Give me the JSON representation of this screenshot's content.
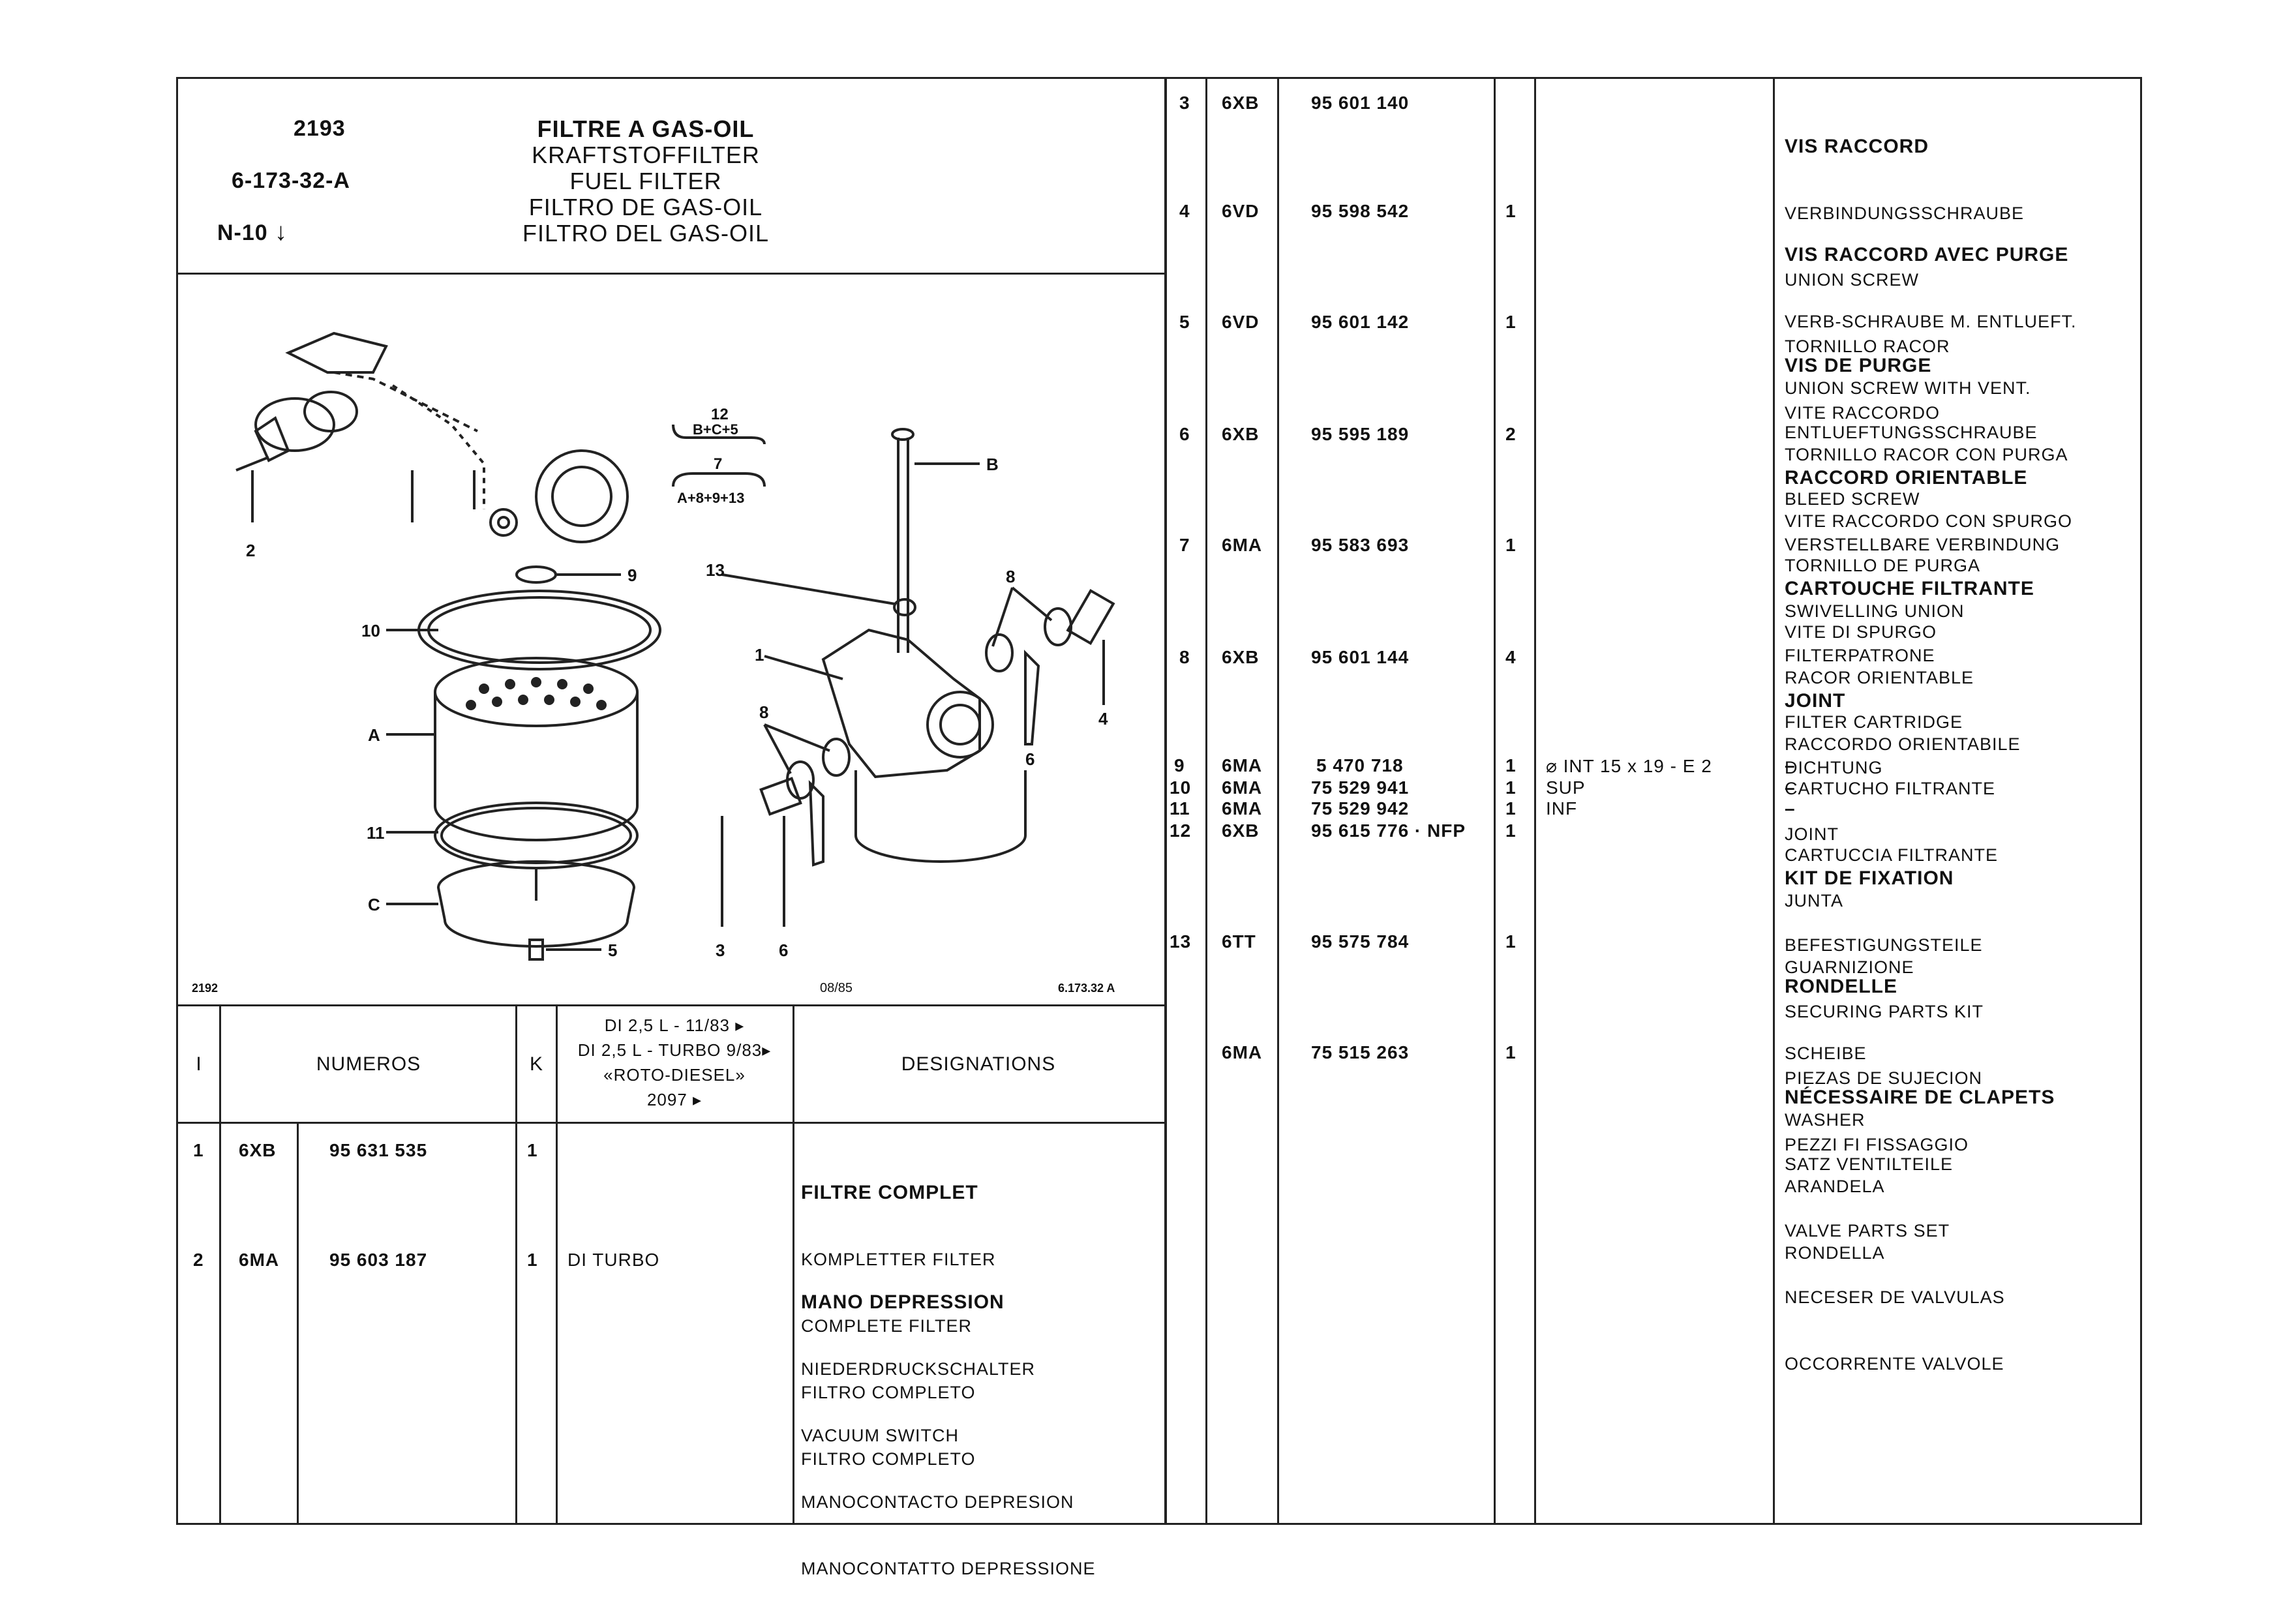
{
  "header": {
    "code": "2193",
    "ref": "6-173-32-A",
    "nlabel": "N-10",
    "titles": [
      "FILTRE A GAS-OIL",
      "KRAFTSTOFFILTER",
      "FUEL FILTER",
      "FILTRO DE GAS-OIL",
      "FILTRO DEL GAS-OIL"
    ]
  },
  "diagram": {
    "page_code": "2192",
    "date_code": "08/85",
    "ref_code": "6.173.32 A",
    "group_12": "12",
    "group_12_formula": "B+C+5",
    "group_7": "7",
    "group_7_formula": "A+8+9+13",
    "callouts": [
      "2",
      "9",
      "10",
      "A",
      "11",
      "C",
      "5",
      "3",
      "6",
      "13",
      "1",
      "B",
      "8",
      "8",
      "4",
      "6"
    ]
  },
  "left_table": {
    "headers": {
      "index": "I",
      "numeros": "NUMEROS",
      "k": "K",
      "app_lines": [
        "DI 2,5 L - 11/83 ▸",
        "DI 2,5 L - TURBO 9/83▸",
        "«ROTO-DIESEL»",
        "2097 ▸"
      ],
      "designations": "DESIGNATIONS"
    },
    "rows": [
      {
        "idx": "1",
        "code": "6XB",
        "number": "95 631 535",
        "k": "1",
        "app": "",
        "desc": [
          "FILTRE COMPLET",
          "KOMPLETTER FILTER",
          "COMPLETE FILTER",
          "FILTRO COMPLETO",
          "FILTRO COMPLETO"
        ]
      },
      {
        "idx": "2",
        "code": "6MA",
        "number": "95 603 187",
        "k": "1",
        "app": "DI TURBO",
        "desc": [
          "MANO DEPRESSION",
          "NIEDERDRUCKSCHALTER",
          "VACUUM SWITCH",
          "MANOCONTACTO DEPRESION",
          "MANOCONTATTO DEPRESSIONE"
        ]
      }
    ]
  },
  "right_table": {
    "rows": [
      {
        "idx": "3",
        "code": "6XB",
        "number": "95 601 140",
        "k": "",
        "app": "",
        "desc": [
          "VIS RACCORD",
          "VERBINDUNGSSCHRAUBE",
          "UNION SCREW",
          "TORNILLO RACOR",
          "VITE RACCORDO"
        ]
      },
      {
        "idx": "4",
        "code": "6VD",
        "number": "95 598 542",
        "k": "1",
        "app": "",
        "desc": [
          "VIS RACCORD AVEC PURGE",
          "VERB-SCHRAUBE M. ENTLUEFT.",
          "UNION SCREW WITH VENT.",
          "TORNILLO RACOR CON PURGA",
          "VITE RACCORDO CON SPURGO"
        ]
      },
      {
        "idx": "5",
        "code": "6VD",
        "number": "95 601 142",
        "k": "1",
        "app": "",
        "desc": [
          "VIS DE PURGE",
          "ENTLUEFTUNGSSCHRAUBE",
          "BLEED SCREW",
          "TORNILLO DE PURGA",
          "VITE DI SPURGO"
        ]
      },
      {
        "idx": "6",
        "code": "6XB",
        "number": "95 595 189",
        "k": "2",
        "app": "",
        "desc": [
          "RACCORD ORIENTABLE",
          "VERSTELLBARE VERBINDUNG",
          "SWIVELLING UNION",
          "RACOR ORIENTABLE",
          "RACCORDO ORIENTABILE"
        ]
      },
      {
        "idx": "7",
        "code": "6MA",
        "number": "95 583 693",
        "k": "1",
        "app": "",
        "desc": [
          "CARTOUCHE FILTRANTE",
          "FILTERPATRONE",
          "FILTER CARTRIDGE",
          "CARTUCHO FILTRANTE",
          "CARTUCCIA FILTRANTE"
        ]
      },
      {
        "idx": "8",
        "code": "6XB",
        "number": "95 601 144",
        "k": "4",
        "app": "",
        "desc": [
          "JOINT",
          "DICHTUNG",
          "JOINT",
          "JUNTA",
          "GUARNIZIONE"
        ]
      }
    ],
    "compact_rows": [
      {
        "idx": "9",
        "code": "6MA",
        "number": "5 470 718",
        "k": "1",
        "app": "⌀ INT 15 x 19 - E 2",
        "desc": "–"
      },
      {
        "idx": "10",
        "code": "6MA",
        "number": "75 529 941",
        "k": "1",
        "app": "SUP",
        "desc": "–"
      },
      {
        "idx": "11",
        "code": "6MA",
        "number": "75 529 942",
        "k": "1",
        "app": "INF",
        "desc": "–"
      },
      {
        "idx": "12",
        "code": "6XB",
        "number": "95 615 776 · NFP",
        "k": "1",
        "app": "",
        "desc": ""
      }
    ],
    "kit_desc": [
      "KIT DE FIXATION",
      "BEFESTIGUNGSTEILE",
      "SECURING PARTS KIT",
      "PIEZAS DE SUJECION",
      "PEZZI FI FISSAGGIO"
    ],
    "rows_after": [
      {
        "idx": "13",
        "code": "6TT",
        "number": "95 575 784",
        "k": "1",
        "app": "",
        "desc": [
          "RONDELLE",
          "SCHEIBE",
          "WASHER",
          "ARANDELA",
          "RONDELLA"
        ]
      },
      {
        "idx": "",
        "code": "6MA",
        "number": "75 515 263",
        "k": "1",
        "app": "",
        "desc": [
          "NÉCESSAIRE DE CLAPETS",
          "SATZ VENTILTEILE",
          "VALVE PARTS SET",
          "NECESER DE VALVULAS",
          "OCCORRENTE VALVOLE"
        ]
      }
    ]
  }
}
